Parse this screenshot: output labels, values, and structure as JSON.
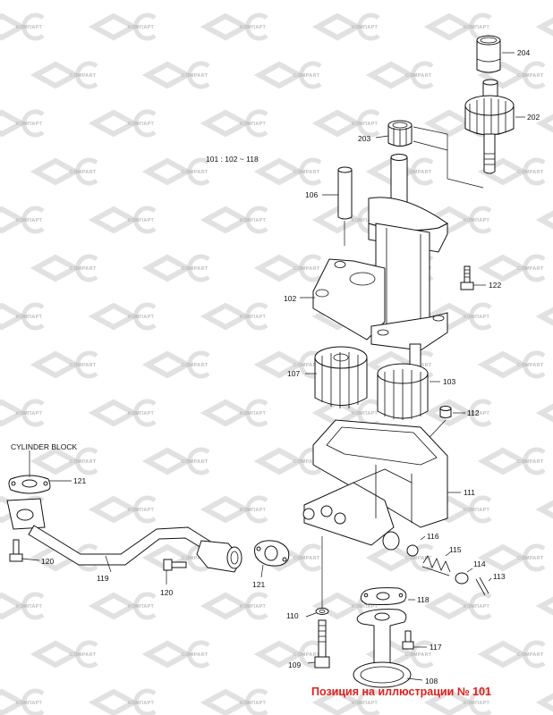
{
  "diagram": {
    "reference_label": "101 : 102 ~ 118",
    "cylinder_block_label": "CYLINDER BLOCK",
    "footer": "Позиция на иллюстрации № 101",
    "watermark": {
      "texts": [
        "КОМПАРТ",
        "COMPART"
      ],
      "color": "#c8c8c8"
    },
    "part_numbers": {
      "p204": "204",
      "p202": "202",
      "p203": "203",
      "p106": "106",
      "p122": "122",
      "p102": "102",
      "p107": "107",
      "p103": "103",
      "p112": "112",
      "p111": "111",
      "p121a": "121",
      "p121b": "121",
      "p120a": "120",
      "p120b": "120",
      "p119": "119",
      "p116": "116",
      "p115": "115",
      "p114": "114",
      "p113": "113",
      "p118": "118",
      "p117": "117",
      "p110": "110",
      "p109": "109",
      "p108": "108"
    },
    "colors": {
      "line": "#111111",
      "footer": "#e0201c",
      "watermark": "#bdbdbd"
    }
  }
}
